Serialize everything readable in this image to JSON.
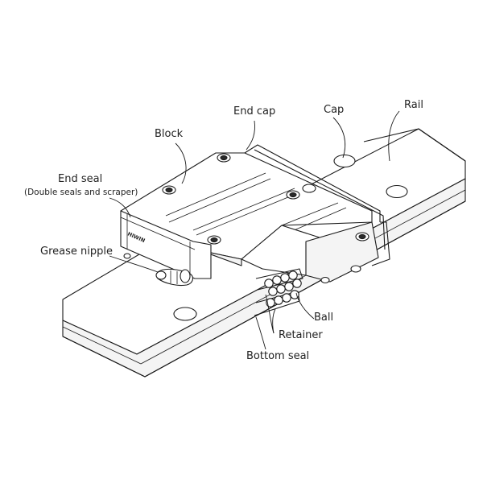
{
  "labels": {
    "block": "Block",
    "end_cap": "End cap",
    "cap": "Cap",
    "rail": "Rail",
    "end_seal": "End seal",
    "end_seal_note": "(Double seals and scraper)",
    "grease_nipple": "Grease nipple",
    "ball": "Ball",
    "retainer": "Retainer",
    "bottom_seal": "Bottom seal"
  },
  "block_marking": "HIWIN"
}
